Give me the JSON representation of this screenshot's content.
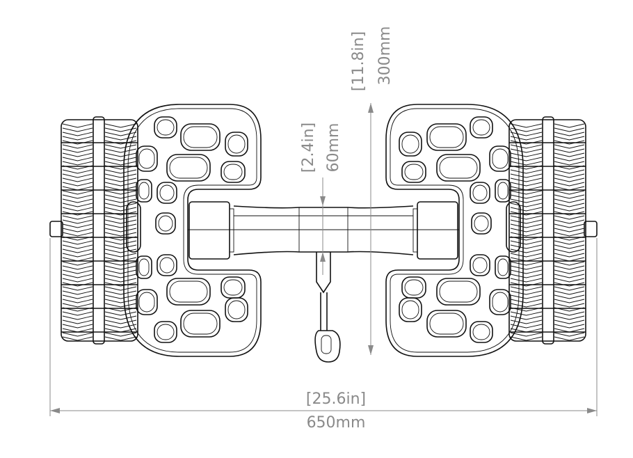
{
  "drawing": {
    "subject": "dolly-top-view",
    "line_color": "#111111",
    "dimension_color": "#8a8a8a"
  },
  "dimensions": {
    "height": {
      "imperial": "11.8in",
      "metric": "300mm"
    },
    "handle_offset": {
      "imperial": "2.4in",
      "metric": "60mm"
    },
    "width": {
      "imperial": "25.6in",
      "metric": "650mm"
    }
  }
}
